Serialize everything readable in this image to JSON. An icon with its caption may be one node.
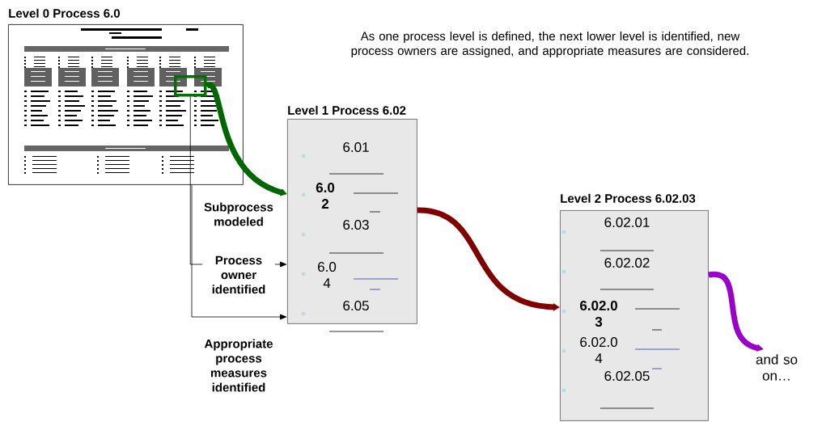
{
  "diagram": {
    "nodes": [
      {
        "text": [
          "Level 0 Process 6.0"
        ]
      },
      {
        "text": [],
        "shape": "box",
        "in": 0
      },
      {
        "text": [
          "Level 1 Process 6.02",
          "6.01",
          "6.0 2",
          "6.03",
          "6.0 4",
          "6.05"
        ]
      },
      {
        "text": [
          "Level 2 Process 6.02.03",
          "6.02.01",
          "6.02.02",
          "6.02.0 3",
          "6.02.0 4",
          "6.02.05"
        ]
      },
      {
        "text": [
          "and so on…"
        ]
      }
    ],
    "edges": [
      {
        "from": 1,
        "to": 2,
        "arrow": "to",
        "label": "Subprocess modeled",
        "color": "#006600"
      },
      {
        "from": 1,
        "to": 2,
        "arrow": "to",
        "label": "Process owner identified"
      },
      {
        "from": 0,
        "to": 2,
        "arrow": "to",
        "label": "Appropriate process measures identified"
      },
      {
        "from": 2,
        "to": 3,
        "arrow": "to",
        "color": "#800000"
      },
      {
        "from": 3,
        "to": 4,
        "arrow": "to",
        "color": "#9900cc"
      }
    ],
    "labels": [
      "As one process level is defined, the next lower level is identified, new process owners are assigned, and appropriate measures are considered."
    ]
  }
}
